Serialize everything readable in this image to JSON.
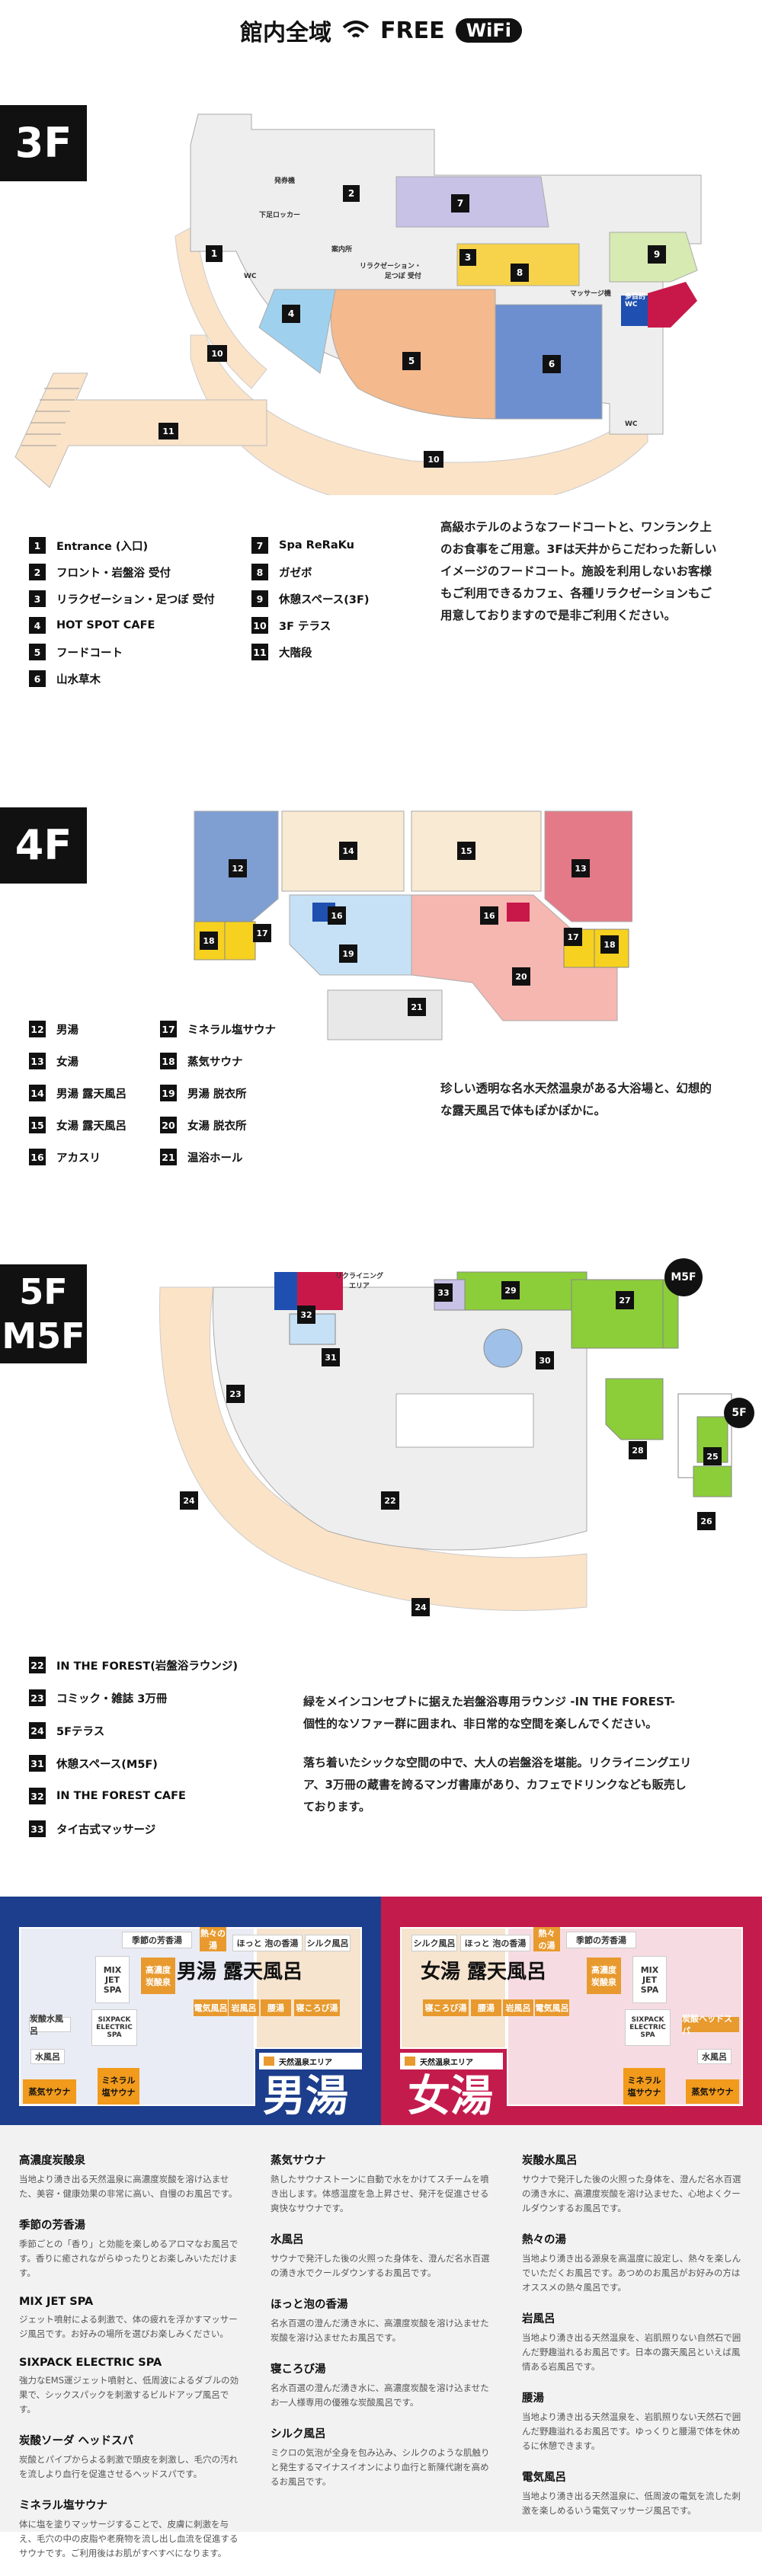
{
  "header": {
    "title": "館内全域",
    "free": "FREE",
    "wifi": "WiFi"
  },
  "floors": {
    "f3": {
      "label": "3F",
      "legend_left": [
        {
          "n": "1",
          "t": "Entrance (入口)"
        },
        {
          "n": "2",
          "t": "フロント・岩盤浴 受付"
        },
        {
          "n": "3",
          "t": "リラクゼーション・足つぼ 受付"
        },
        {
          "n": "4",
          "t": "HOT SPOT CAFE"
        },
        {
          "n": "5",
          "t": "フードコート"
        },
        {
          "n": "6",
          "t": "山水草木"
        }
      ],
      "legend_right": [
        {
          "n": "7",
          "t": "Spa ReRaKu"
        },
        {
          "n": "8",
          "t": "ガゼボ"
        },
        {
          "n": "9",
          "t": "休憩スペース(3F)"
        },
        {
          "n": "10",
          "t": "3F テラス"
        },
        {
          "n": "11",
          "t": "大階段"
        }
      ],
      "desc": [
        "高級ホテルのようなフードコートと、ワンランク上",
        "のお食事をご用意。3Fは天井からこだわった新しい",
        "イメージのフードコート。施設を利用しないお客様",
        "もご利用できるカフェ、各種リラクゼーションもご",
        "用意しておりますので是非ご利用ください。"
      ],
      "map_labels": {
        "shoe": "発券機",
        "locker": "下足ロッカー",
        "reception": "案内所",
        "relax": "リラクゼーション・\n足つぼ 受付",
        "massage": "マッサージ機",
        "multi": "多目的\nWC",
        "wc": "WC",
        "wc2": "WC"
      }
    },
    "f4": {
      "label": "4F",
      "legend_left": [
        {
          "n": "12",
          "t": "男湯"
        },
        {
          "n": "13",
          "t": "女湯"
        },
        {
          "n": "14",
          "t": "男湯 露天風呂"
        },
        {
          "n": "15",
          "t": "女湯 露天風呂"
        },
        {
          "n": "16",
          "t": "アカスリ"
        }
      ],
      "legend_right": [
        {
          "n": "17",
          "t": "ミネラル塩サウナ"
        },
        {
          "n": "18",
          "t": "蒸気サウナ"
        },
        {
          "n": "19",
          "t": "男湯 脱衣所"
        },
        {
          "n": "20",
          "t": "女湯 脱衣所"
        },
        {
          "n": "21",
          "t": "温浴ホール"
        }
      ],
      "desc": [
        "珍しい透明な名水天然温泉がある大浴場と、幻想的",
        "な露天風呂で体もぽかぽかに。"
      ]
    },
    "f5": {
      "label": "5F\nM5F",
      "badge_m5f": "M5F",
      "badge_5f": "5F",
      "recliner": "リクライニング\nエリア",
      "legend": [
        {
          "n": "22",
          "t": "IN THE FOREST(岩盤浴ラウンジ)"
        },
        {
          "n": "23",
          "t": "コミック・雑誌 3万冊"
        },
        {
          "n": "24",
          "t": "5Fテラス"
        },
        {
          "n": "31",
          "t": "休憩スペース(M5F)"
        },
        {
          "n": "32",
          "t": "IN THE FOREST CAFE"
        },
        {
          "n": "33",
          "t": "タイ古式マッサージ"
        }
      ],
      "desc1": [
        "緑をメインコンセプトに据えた岩盤浴専用ラウンジ -IN THE FOREST-",
        "個性的なソファー群に囲まれ、非日常的な空間を楽しんでください。"
      ],
      "desc2": [
        "落ち着いたシックな空間の中で、大人の岩盤浴を堪能。リクライニングエリ",
        "ア、3万冊の蔵書を誇るマンガ書庫があり、カフェでドリンクなども販売し",
        "ております。"
      ]
    }
  },
  "bath_maps": {
    "men": {
      "title": "男湯",
      "rotenburo": "男湯 露天風呂",
      "onsen_area": "天然温泉エリア",
      "rooms": [
        "季節の芳香湯",
        "熱々の湯",
        "ほっと 泡の香湯",
        "シルク風呂",
        "MIX\nJET\nSPA",
        "高濃度\n炭酸泉",
        "SIXPACK\nELECTRIC\nSPA",
        "炭酸水風呂",
        "水風呂",
        "電気風呂",
        "岩風呂",
        "腰湯",
        "寝ころび湯",
        "蒸気サウナ",
        "ミネラル\n塩サウナ"
      ]
    },
    "women": {
      "title": "女湯",
      "rotenburo": "女湯 露天風呂",
      "onsen_area": "天然温泉エリア",
      "rooms": [
        "シルク風呂",
        "ほっと 泡の香湯",
        "熱々\nの湯",
        "季節の芳香湯",
        "MIX\nJET\nSPA",
        "高濃度\n炭酸泉",
        "SIXPACK\nELECTRIC\nSPA",
        "炭酸ヘッドスパ",
        "水風呂",
        "寝ころび湯",
        "腰湯",
        "岩風呂",
        "電気風呂",
        "蒸気サウナ",
        "ミネラル\n塩サウナ"
      ]
    }
  },
  "bath_desc": {
    "col1": [
      {
        "h": "高濃度炭酸泉",
        "p": "当地より湧き出る天然温泉に高濃度炭酸を溶け込ませた、美容・健康効果の非常に高い、自慢のお風呂です。"
      },
      {
        "h": "季節の芳香湯",
        "p": "季節ごとの「香り」と効能を楽しめるアロマなお風呂です。香りに癒されながらゆったりとお楽しみいただけます。"
      },
      {
        "h": "MIX JET SPA",
        "p": "ジェット噴射による刺激で、体の疲れを浮かすマッサージ風呂です。お好みの場所を選びお楽しみください。"
      },
      {
        "h": "SIXPACK ELECTRIC SPA",
        "p": "強力なEMS運ジェット噴射と、低周波によるダブルの効果で、シックスパックを刺激するビルドアップ風呂です。"
      },
      {
        "h": "炭酸ソーダ ヘッドスパ",
        "p": "炭酸とパイプからよる刺激で頭皮を刺激し、毛穴の汚れを流しより血行を促進させるヘッドスパです。"
      },
      {
        "h": "ミネラル塩サウナ",
        "p": "体に塩を塗りマッサージすることで、皮膚に刺激を与え、毛穴の中の皮脂や老廃物を流し出し血流を促進するサウナです。ご利用後はお肌がすべすべになります。"
      }
    ],
    "col2": [
      {
        "h": "蒸気サウナ",
        "p": "熱したサウナストーンに自動で水をかけてスチームを噴き出します。体感温度を急上昇させ、発汗を促進させる爽快なサウナです。"
      },
      {
        "h": "水風呂",
        "p": "サウナで発汗した後の火照った身体を、澄んだ名水百選の湧き水でクールダウンするお風呂です。"
      },
      {
        "h": "ほっと泡の香湯",
        "p": "名水百選の澄んだ湧き水に、高濃度炭酸を溶け込ませた炭酸を溶け込ませたお風呂です。"
      },
      {
        "h": "寝ころび湯",
        "p": "名水百選の澄んだ湧き水に、高濃度炭酸を溶け込ませたお一人様専用の優雅な炭酸風呂です。"
      },
      {
        "h": "シルク風呂",
        "p": "ミクロの気泡が全身を包み込み、シルクのような肌触りと発生するマイナスイオンにより血行と新陳代謝を高めるお風呂です。"
      }
    ],
    "col3": [
      {
        "h": "炭酸水風呂",
        "p": "サウナで発汗した後の火照った身体を、澄んだ名水百選の湧き水に、高濃度炭酸を溶け込ませた、心地よくクールダウンするお風呂です。"
      },
      {
        "h": "熱々の湯",
        "p": "当地より湧き出る源泉を高温度に設定し、熱々を楽しんでいただくお風呂です。あつめのお風呂がお好みの方はオススメの熱々風呂です。"
      },
      {
        "h": "岩風呂",
        "p": "当地より湧き出る天然温泉を、岩肌照りない自然石で囲んだ野趣溢れるお風呂です。日本の露天風呂といえば風情ある岩風呂です。"
      },
      {
        "h": "腰湯",
        "p": "当地より湧き出る天然温泉を、岩肌照りない天然石で囲んだ野趣溢れるお風呂です。ゆっくりと腰湯で体を休めるに休憩できます。"
      },
      {
        "h": "電気風呂",
        "p": "当地より湧き出る天然温泉に、低周波の電気を流した刺激を楽しめるいう電気マッサージ風呂です。"
      }
    ]
  }
}
